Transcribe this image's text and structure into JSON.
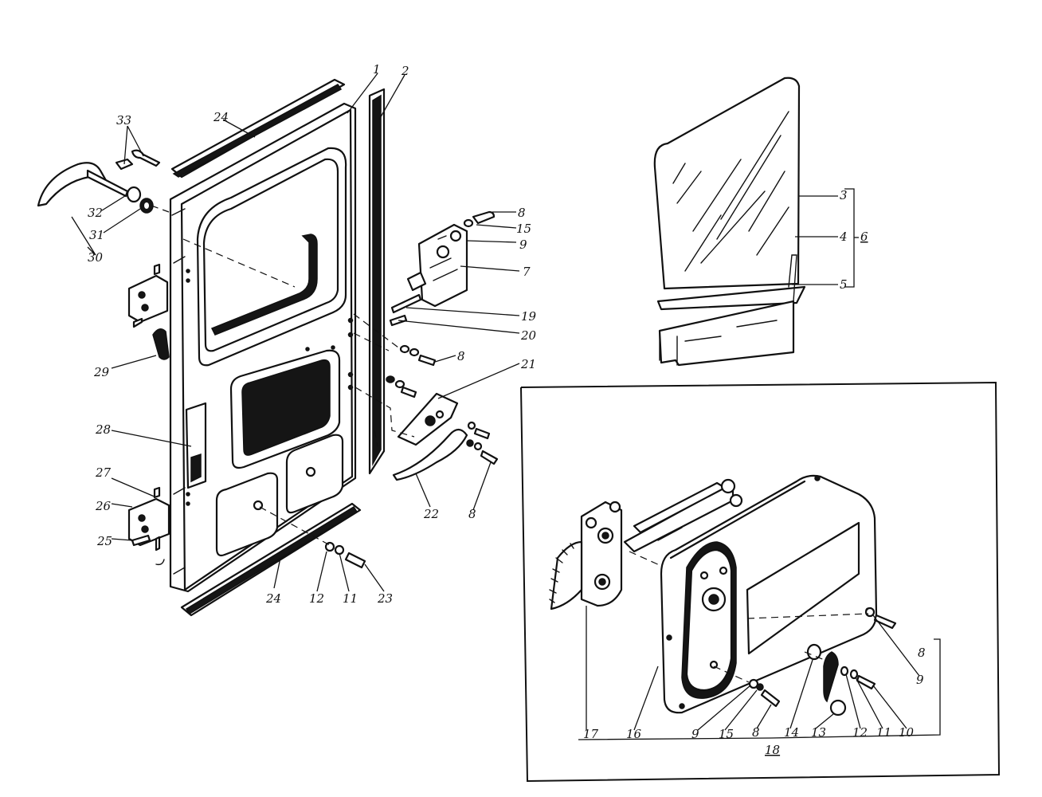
{
  "labels": {
    "l1": "1",
    "l2": "2",
    "l3": "3",
    "l4": "4",
    "l5": "5",
    "l6": "6",
    "l7": "7",
    "l8a": "8",
    "l9a": "9",
    "l15a": "15",
    "l19": "19",
    "l20": "20",
    "l8b": "8",
    "l21": "21",
    "l22": "22",
    "l8c": "8",
    "l24a": "24",
    "l33": "33",
    "l32": "32",
    "l31": "31",
    "l30": "30",
    "l29": "29",
    "l28": "28",
    "l27": "27",
    "l26": "26",
    "l25": "25",
    "l24b": "24",
    "l12a": "12",
    "l11a": "11",
    "l23": "23",
    "l17": "17",
    "l16": "16",
    "l9b": "9",
    "l15b": "15",
    "l8d": "8",
    "l14": "14",
    "l13": "13",
    "l12b": "12",
    "l11b": "11",
    "l10": "10",
    "l18": "18",
    "l8e": "8",
    "l9c": "9"
  }
}
